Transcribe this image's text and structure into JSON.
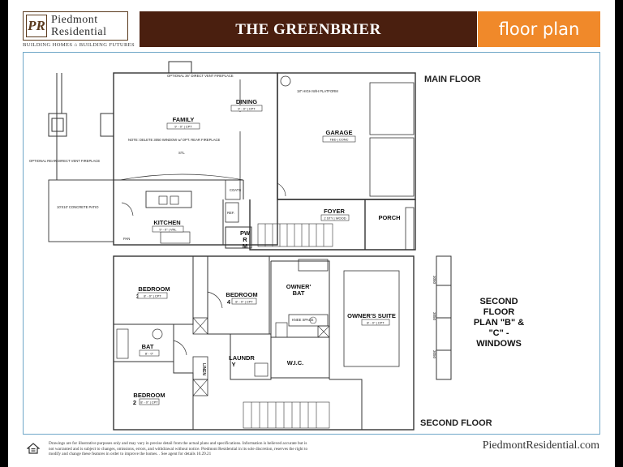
{
  "header": {
    "logo_mark": "PR",
    "company_line1": "Piedmont",
    "company_line2": "Residential",
    "tagline": "BUILDING HOMES ⌂ BUILDING FUTURES",
    "plan_title": "THE GREENBRIER",
    "tag": "floor plan"
  },
  "main_floor": {
    "label": "MAIN FLOOR",
    "rooms": {
      "family": "FAMILY",
      "family_dim": "9' - 0\"  |  CPT",
      "dining": "DINING",
      "dining_dim": "9' - 0\"  |  CPT",
      "garage": "GARAGE",
      "garage_dim": "TBD  |  CONC",
      "kitchen": "KITCHEN",
      "kitchen_dim": "9' - 0\"  |  VNL",
      "foyer": "FOYER",
      "foyer_dim": "2 STY  |  WOOD",
      "porch": "PORCH",
      "powder": "PW",
      "powder_r": "R",
      "powder_m": "M",
      "pan": "PAN",
      "coats": "COATS",
      "refrig": "REF.",
      "patio": "10'X10' CONCRETE PATIO"
    },
    "notes": {
      "optional_fireplace_top": "OPTIONAL 36\" DIRECT VENT FIREPLACE",
      "delete_window": "NOTE: DELETE 3050 WINDOW w/ OPT. REAR FIREPLACE",
      "optional_rear_fireplace": "OPTIONAL REAR DIRECT VENT FIREPLACE",
      "garage_platform": "18\" HIGH W/H PLATFORM",
      "ceiling_stl": "STL"
    }
  },
  "second_floor": {
    "label": "SECOND FLOOR",
    "rooms": {
      "bedroom3": "BEDROOM",
      "bedroom3_num": "3",
      "bedroom3_dim": "8' - 0\"  |  CPT",
      "bedroom4": "BEDROOM",
      "bedroom4_num": "4",
      "bedroom4_dim": "8' - 0\"  |  CPT",
      "bedroom2": "BEDROOM",
      "bedroom2_num": "2",
      "bedroom2_dim": "8' - 0\"  |  CPT",
      "bath": "BAT",
      "bath_dim": "8' - 0\"",
      "laundry": "LAUNDR",
      "laundry_y": "Y",
      "owners_bath": "OWNER'",
      "owners_bath_2": "BAT",
      "owners_suite": "OWNER'S SUITE",
      "owners_suite_dim": "8' - 0\"  |  CPT",
      "wic": "W.I.C.",
      "linen": "LINEN",
      "knee_space": "KNEE SPACE"
    },
    "alt_plan_label": [
      "SECOND",
      "FLOOR",
      "PLAN \"B\" &",
      "\"C\" -",
      "WINDOWS"
    ],
    "window_labels": [
      "3050",
      "3050",
      "3050"
    ]
  },
  "footer": {
    "disclaimer": "Drawings are for illustrative purposes only and may vary in precise detail from the actual plans and specifications. Information is believed accurate but is not warranted and is subject to changes, omissions, errors, and withdrawal without notice. Piedmont Residential in its sole discretion, reserves the right to modify and change these features in order to improve the homes. . See agent for details 10.29.21",
    "website": "PiedmontResidential.com"
  },
  "colors": {
    "title_bar": "#4a1f0f",
    "tag_bar": "#f0892a",
    "frame": "#6fa7c8",
    "logo": "#5a3a1e"
  }
}
